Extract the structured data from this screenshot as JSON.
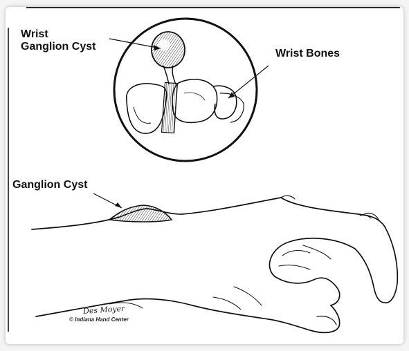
{
  "labels": {
    "wrist_ganglion_line1": "Wrist",
    "wrist_ganglion_line2": "Ganglion Cyst",
    "wrist_bones": "Wrist Bones",
    "ganglion_cyst": "Ganglion Cyst"
  },
  "credit": {
    "signature": "Des Moyer",
    "copyright": "© Indiana Hand Center"
  },
  "colors": {
    "ink": "#111111",
    "paper": "#ffffff"
  }
}
